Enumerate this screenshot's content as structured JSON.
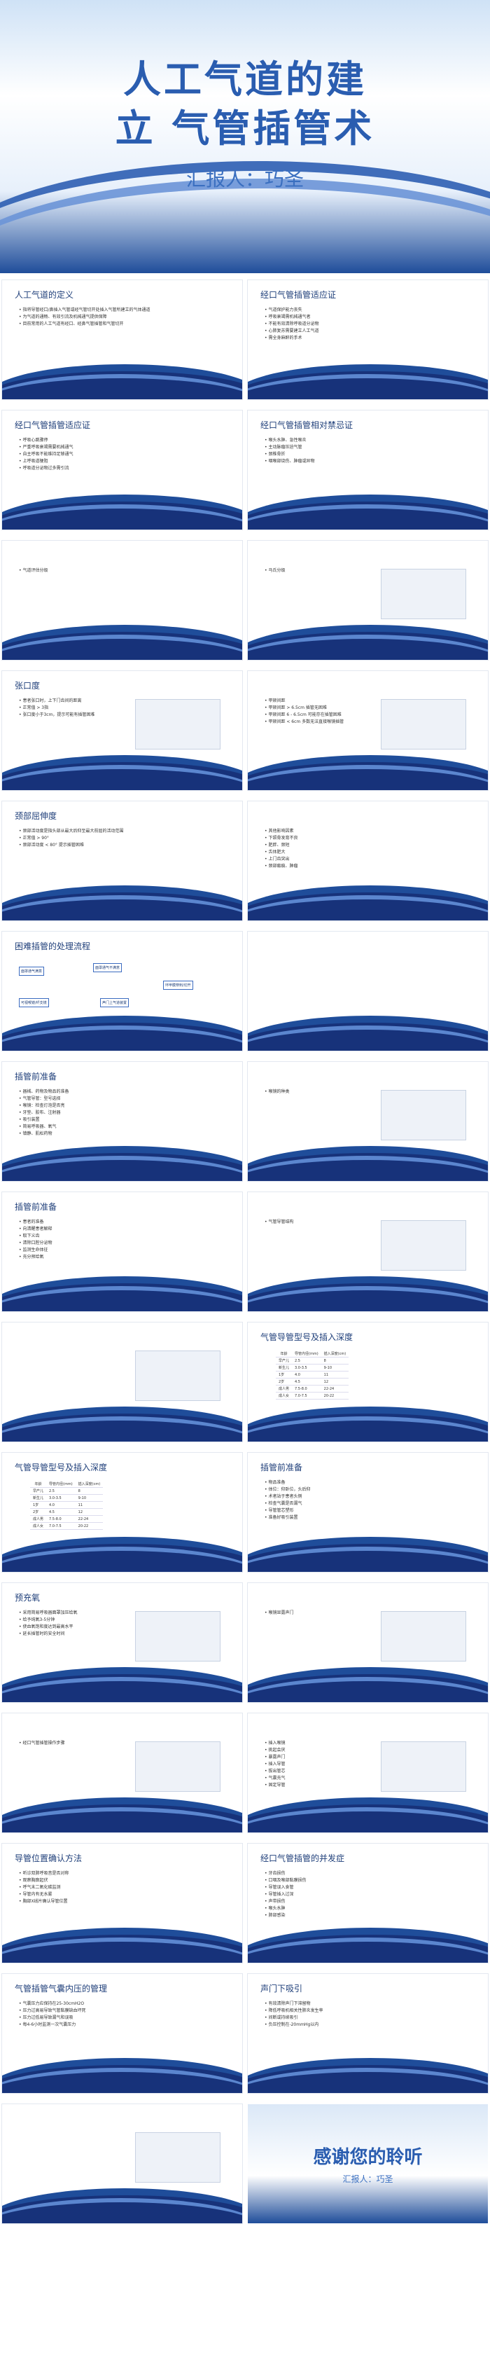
{
  "cover": {
    "title_line1": "人工气道的建",
    "title_line2": "立  气管插管术",
    "reporter": "汇报人：巧圣"
  },
  "slides": [
    {
      "title": "人工气道的定义",
      "lines": [
        "指将导管经口/鼻插入气管或经气管切开处插入气管所建立的气体通道",
        "为气道的通畅、有效引流及机械通气提供保障",
        "目前常用的人工气道有经口、经鼻气管插管和气管切开"
      ]
    },
    {
      "title": "经口气管插管适应证",
      "lines": [
        "气道保护能力丧失",
        "呼吸衰竭需机械通气者",
        "不能有效清除呼吸道分泌物",
        "心肺复苏需要建立人工气道",
        "需全身麻醉的手术"
      ]
    },
    {
      "title": "经口气管插管适应证",
      "lines": [
        "呼吸心跳骤停",
        "严重呼吸衰竭需要机械通气",
        "自主呼吸不能维持足够通气",
        "上呼吸道梗阻",
        "呼吸道分泌物过多需引流"
      ]
    },
    {
      "title": "经口气管插管相对禁忌证",
      "lines": [
        "喉头水肿、急性喉炎",
        "主动脉瘤压迫气管",
        "颈椎骨折",
        "咽喉部烧伤、肿瘤或异物"
      ]
    },
    {
      "title": "",
      "lines": [
        "气道评估分级"
      ]
    },
    {
      "title": "",
      "lines": [
        "马氏分级"
      ]
    },
    {
      "title": "张口度",
      "lines": [
        "患者张口时，上下门齿间的距离",
        "正常值 > 3指",
        "张口度小于3cm，提示可能有插管困难"
      ]
    },
    {
      "title": "",
      "lines": [
        "甲颏间距",
        "甲颏间距 > 6.5cm 插管无困难",
        "甲颏间距 6 - 6.5cm 可能存在插管困难",
        "甲颏间距 < 6cm 多数无法直接喉镜插管"
      ]
    },
    {
      "title": "颈部屈伸度",
      "lines": [
        "颈部活动度是指头部从最大后仰至最大前屈的活动范围",
        "正常值 > 90°",
        "颈部活动度 < 80° 提示插管困难"
      ]
    },
    {
      "title": "",
      "lines": [
        "其他影响因素",
        "下颌骨发育不良",
        "肥胖、颈短",
        "舌体肥大",
        "上门齿突出",
        "颈部瘢痕、肿瘤"
      ]
    },
    {
      "title": "困难插管的处理流程",
      "lines": []
    },
    {
      "title": "",
      "lines": []
    },
    {
      "title": "插管前准备",
      "lines": [
        "器械、药物及物品的准备",
        "气管导管：型号选择",
        "喉镜：检查灯泡是否亮",
        "牙垫、胶布、注射器",
        "吸引装置",
        "简易呼吸器、氧气",
        "镇静、肌松药物"
      ]
    },
    {
      "title": "",
      "lines": [
        "喉镜的种类"
      ]
    },
    {
      "title": "插管前准备",
      "lines": [
        "患者的准备",
        "向清醒患者解释",
        "取下义齿",
        "清除口腔分泌物",
        "监测生命体征",
        "充分预给氧"
      ]
    },
    {
      "title": "",
      "lines": [
        "气管导管结构"
      ]
    },
    {
      "title": "",
      "lines": []
    },
    {
      "title": "气管导管型号及插入深度",
      "lines": []
    },
    {
      "title": "气管导管型号及插入深度",
      "lines": []
    },
    {
      "title": "插管前准备",
      "lines": [
        "物品准备",
        "体位：仰卧位，头后仰",
        "术者站于患者头侧",
        "检查气囊是否漏气",
        "导管管芯塑形",
        "准备好吸引装置"
      ]
    },
    {
      "title": "预充氧",
      "lines": [
        "采用简易呼吸器面罩加压给氧",
        "给予纯氧3-5分钟",
        "使血氧饱和度达到最高水平",
        "延长插管时的安全时间"
      ]
    },
    {
      "title": "",
      "lines": [
        "喉镜显露声门"
      ]
    },
    {
      "title": "",
      "lines": [
        "经口气管插管操作步骤"
      ]
    },
    {
      "title": "",
      "lines": [
        "插入喉镜",
        "挑起会厌",
        "暴露声门",
        "插入导管",
        "拔出管芯",
        "气囊充气",
        "固定导管"
      ]
    },
    {
      "title": "导管位置确认方法",
      "lines": [
        "听诊双肺呼吸音是否对称",
        "观察胸廓起伏",
        "呼气末二氧化碳监测",
        "导管内有无水雾",
        "胸部X线片确认导管位置"
      ]
    },
    {
      "title": "经口气管插管的并发症",
      "lines": [
        "牙齿损伤",
        "口咽及喉部黏膜损伤",
        "导管误入食管",
        "导管插入过深",
        "声带损伤",
        "喉头水肿",
        "肺部感染"
      ]
    },
    {
      "title": "气管插管气囊内压的管理",
      "lines": [
        "气囊压力应保持在25-30cmH2O",
        "压力过高易导致气管黏膜缺血坏死",
        "压力过低易导致漏气和误吸",
        "每4-6小时监测一次气囊压力"
      ]
    },
    {
      "title": "声门下吸引",
      "lines": [
        "有效清除声门下滞留物",
        "降低呼吸机相关性肺炎发生率",
        "间断或持续吸引",
        "负压控制在-20mmHg以内"
      ]
    },
    {
      "title": "",
      "lines": []
    }
  ],
  "intubation_table": {
    "headers": [
      "年龄",
      "导管内径(mm)",
      "插入深度(cm)"
    ],
    "rows": [
      [
        "早产儿",
        "2.5",
        "8"
      ],
      [
        "新生儿",
        "3.0-3.5",
        "9-10"
      ],
      [
        "1岁",
        "4.0",
        "11"
      ],
      [
        "2岁",
        "4.5",
        "12"
      ],
      [
        "成人男",
        "7.5-8.0",
        "22-24"
      ],
      [
        "成人女",
        "7.0-7.5",
        "20-22"
      ]
    ]
  },
  "flowchart": {
    "box1": "面罩通气满意",
    "box2": "面罩通气不满意",
    "box3": "可视喉镜/纤支镜",
    "box4": "声门上气道装置",
    "box5": "环甲膜穿刺/切开"
  },
  "ending": {
    "title": "感谢您的聆听",
    "reporter": "汇报人：巧圣"
  }
}
